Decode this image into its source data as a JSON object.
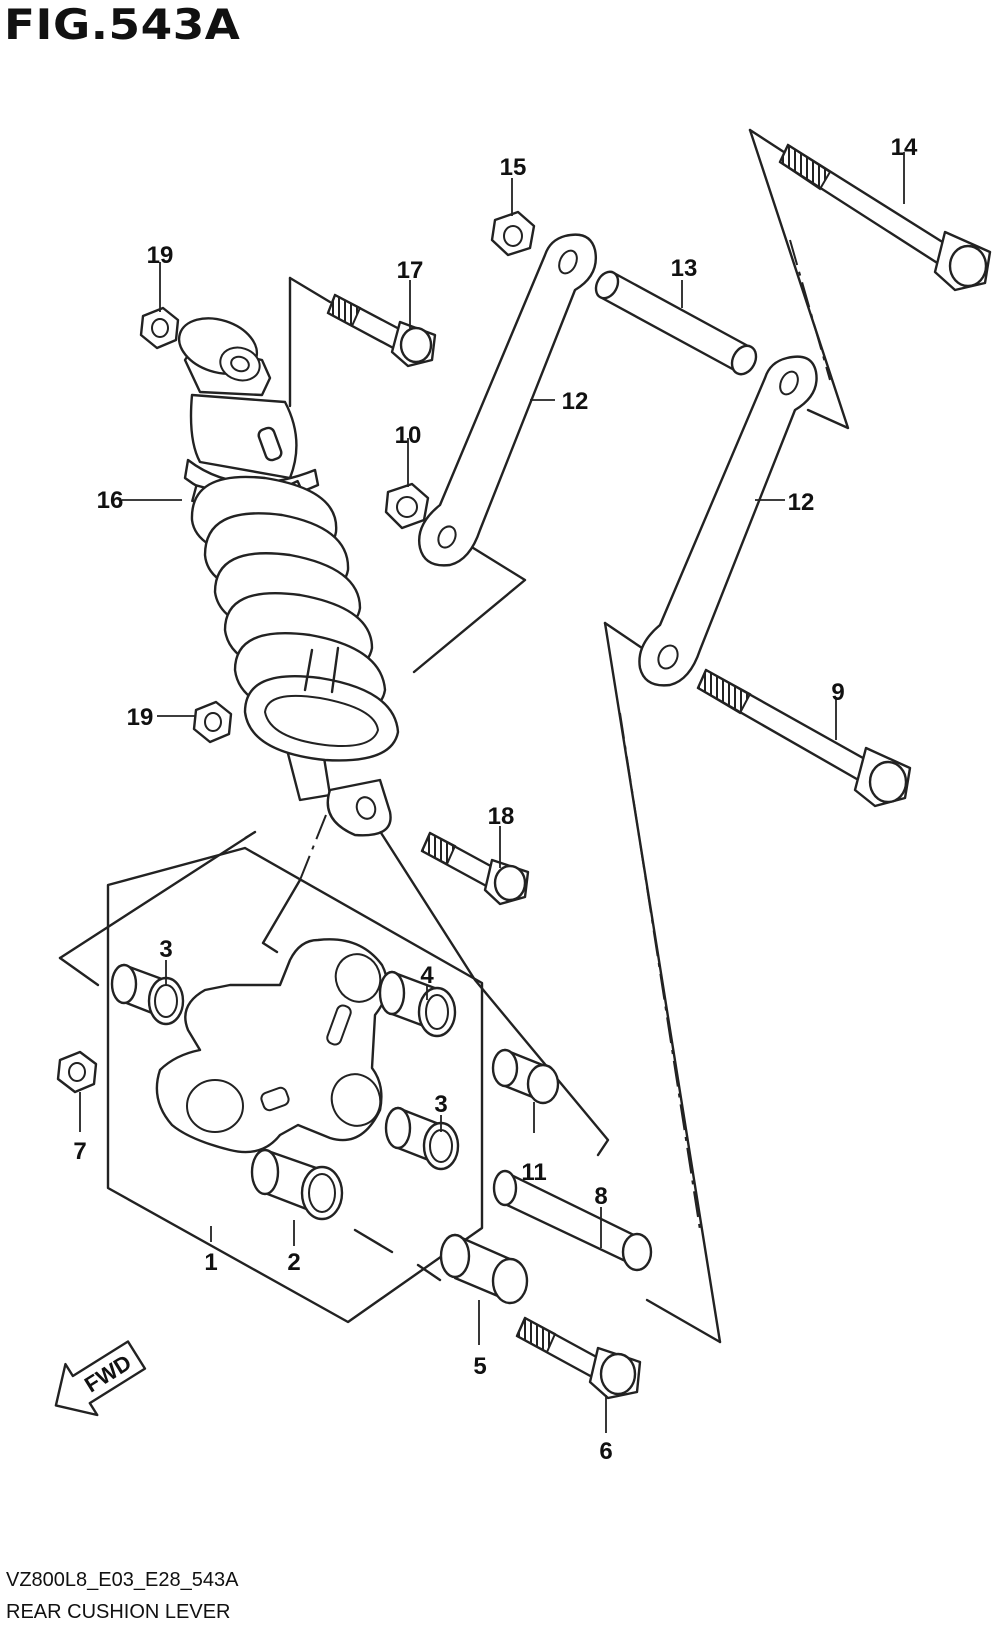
{
  "header": {
    "figure_title": "FIG.543A"
  },
  "footer": {
    "model_code": "VZ800L8_E03_E28_543A",
    "caption": "REAR CUSHION LEVER"
  },
  "direction_marker": {
    "text": "FWD",
    "icon": "fwd-arrow-icon"
  },
  "callouts": [
    {
      "id": "c1",
      "number": "1"
    },
    {
      "id": "c2",
      "number": "2"
    },
    {
      "id": "c3a",
      "number": "3"
    },
    {
      "id": "c3b",
      "number": "3"
    },
    {
      "id": "c4",
      "number": "4"
    },
    {
      "id": "c5",
      "number": "5"
    },
    {
      "id": "c6",
      "number": "6"
    },
    {
      "id": "c7",
      "number": "7"
    },
    {
      "id": "c8",
      "number": "8"
    },
    {
      "id": "c9",
      "number": "9"
    },
    {
      "id": "c10",
      "number": "10"
    },
    {
      "id": "c11",
      "number": "11"
    },
    {
      "id": "c12a",
      "number": "12"
    },
    {
      "id": "c12b",
      "number": "12"
    },
    {
      "id": "c13",
      "number": "13"
    },
    {
      "id": "c14",
      "number": "14"
    },
    {
      "id": "c15",
      "number": "15"
    },
    {
      "id": "c16",
      "number": "16"
    },
    {
      "id": "c17",
      "number": "17"
    },
    {
      "id": "c18",
      "number": "18"
    },
    {
      "id": "c19a",
      "number": "19"
    },
    {
      "id": "c19b",
      "number": "19"
    }
  ]
}
